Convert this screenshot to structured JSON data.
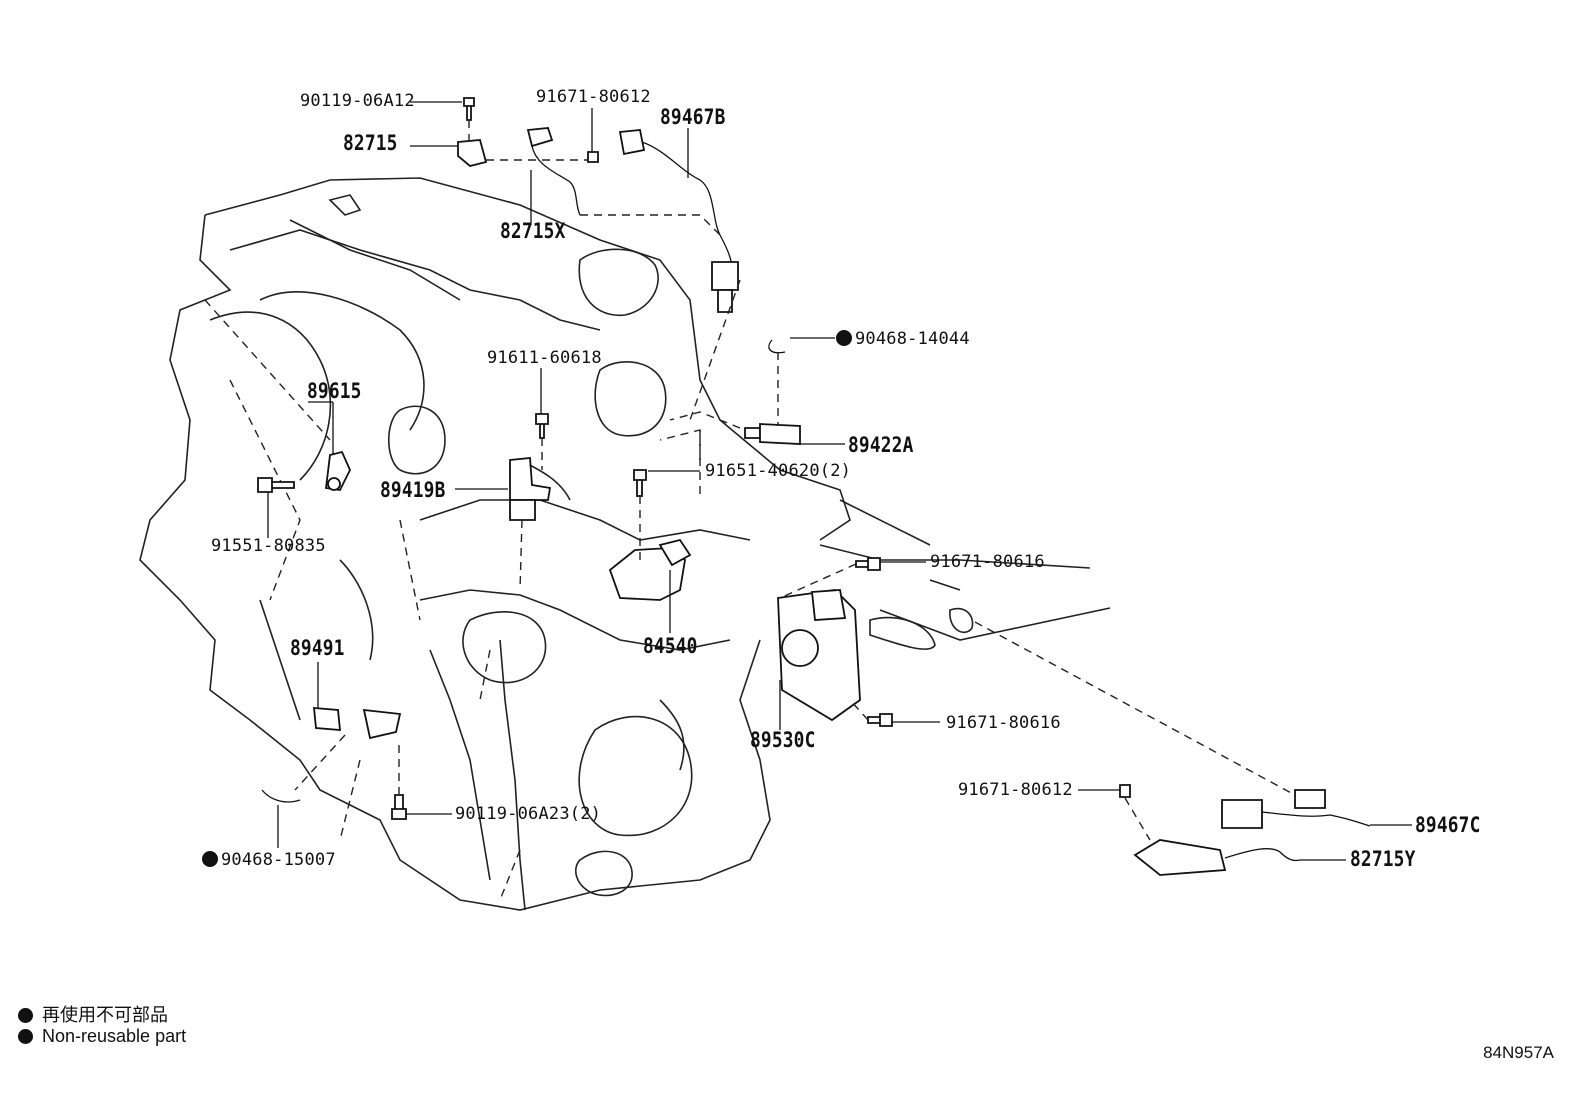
{
  "labels": {
    "p_90119_06A12": "90119-06A12",
    "p_82715": "82715",
    "p_91671_80612_top": "91671-80612",
    "p_89467B": "89467B",
    "p_82715X": "82715X",
    "p_90468_14044": "90468-14044",
    "p_91611_60618": "91611-60618",
    "p_89615": "89615",
    "p_89422A": "89422A",
    "p_89419B": "89419B",
    "p_91651_40620": "91651-40620(2)",
    "p_91551_80835": "91551-80835",
    "p_91671_80616_a": "91671-80616",
    "p_89491": "89491",
    "p_84540": "84540",
    "p_91671_80616_b": "91671-80616",
    "p_89530C": "89530C",
    "p_91671_80612_bot": "91671-80612",
    "p_90119_06A23": "90119-06A23(2)",
    "p_89467C": "89467C",
    "p_90468_15007": "90468-15007",
    "p_82715Y": "82715Y"
  },
  "legend": {
    "japanese": "再使用不可部品",
    "english": "Non-reusable part"
  },
  "diagram_code": "84N957A",
  "icons": {
    "non_reusable_marker": "filled-circle-icon"
  }
}
